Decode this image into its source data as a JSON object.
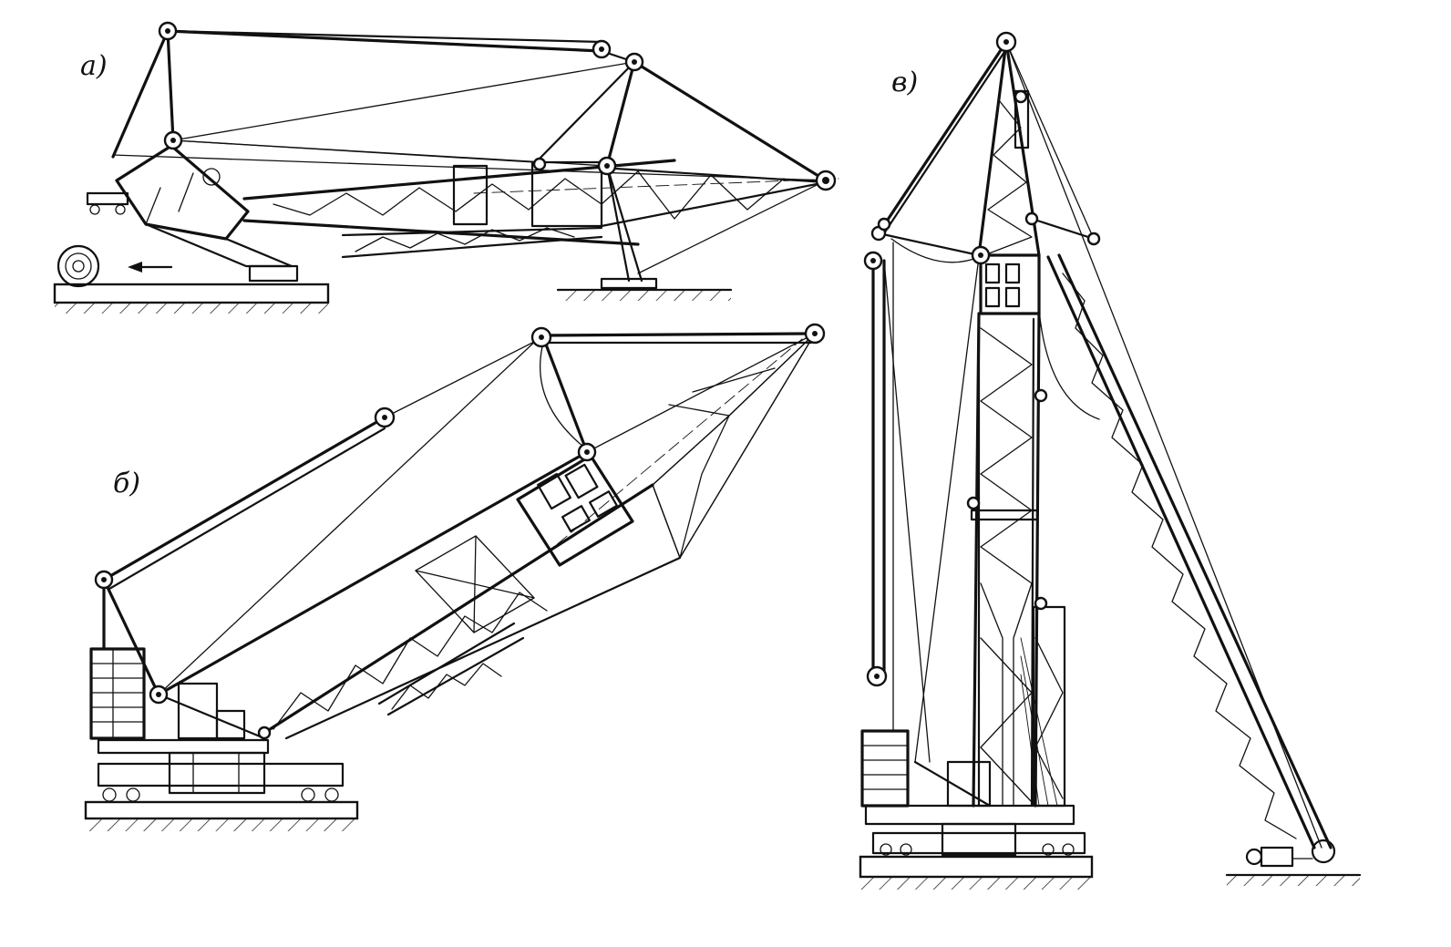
{
  "figure": {
    "panels": [
      {
        "id": "a",
        "label": "а)"
      },
      {
        "id": "b",
        "label": "б)"
      },
      {
        "id": "v",
        "label": "в)"
      }
    ]
  }
}
